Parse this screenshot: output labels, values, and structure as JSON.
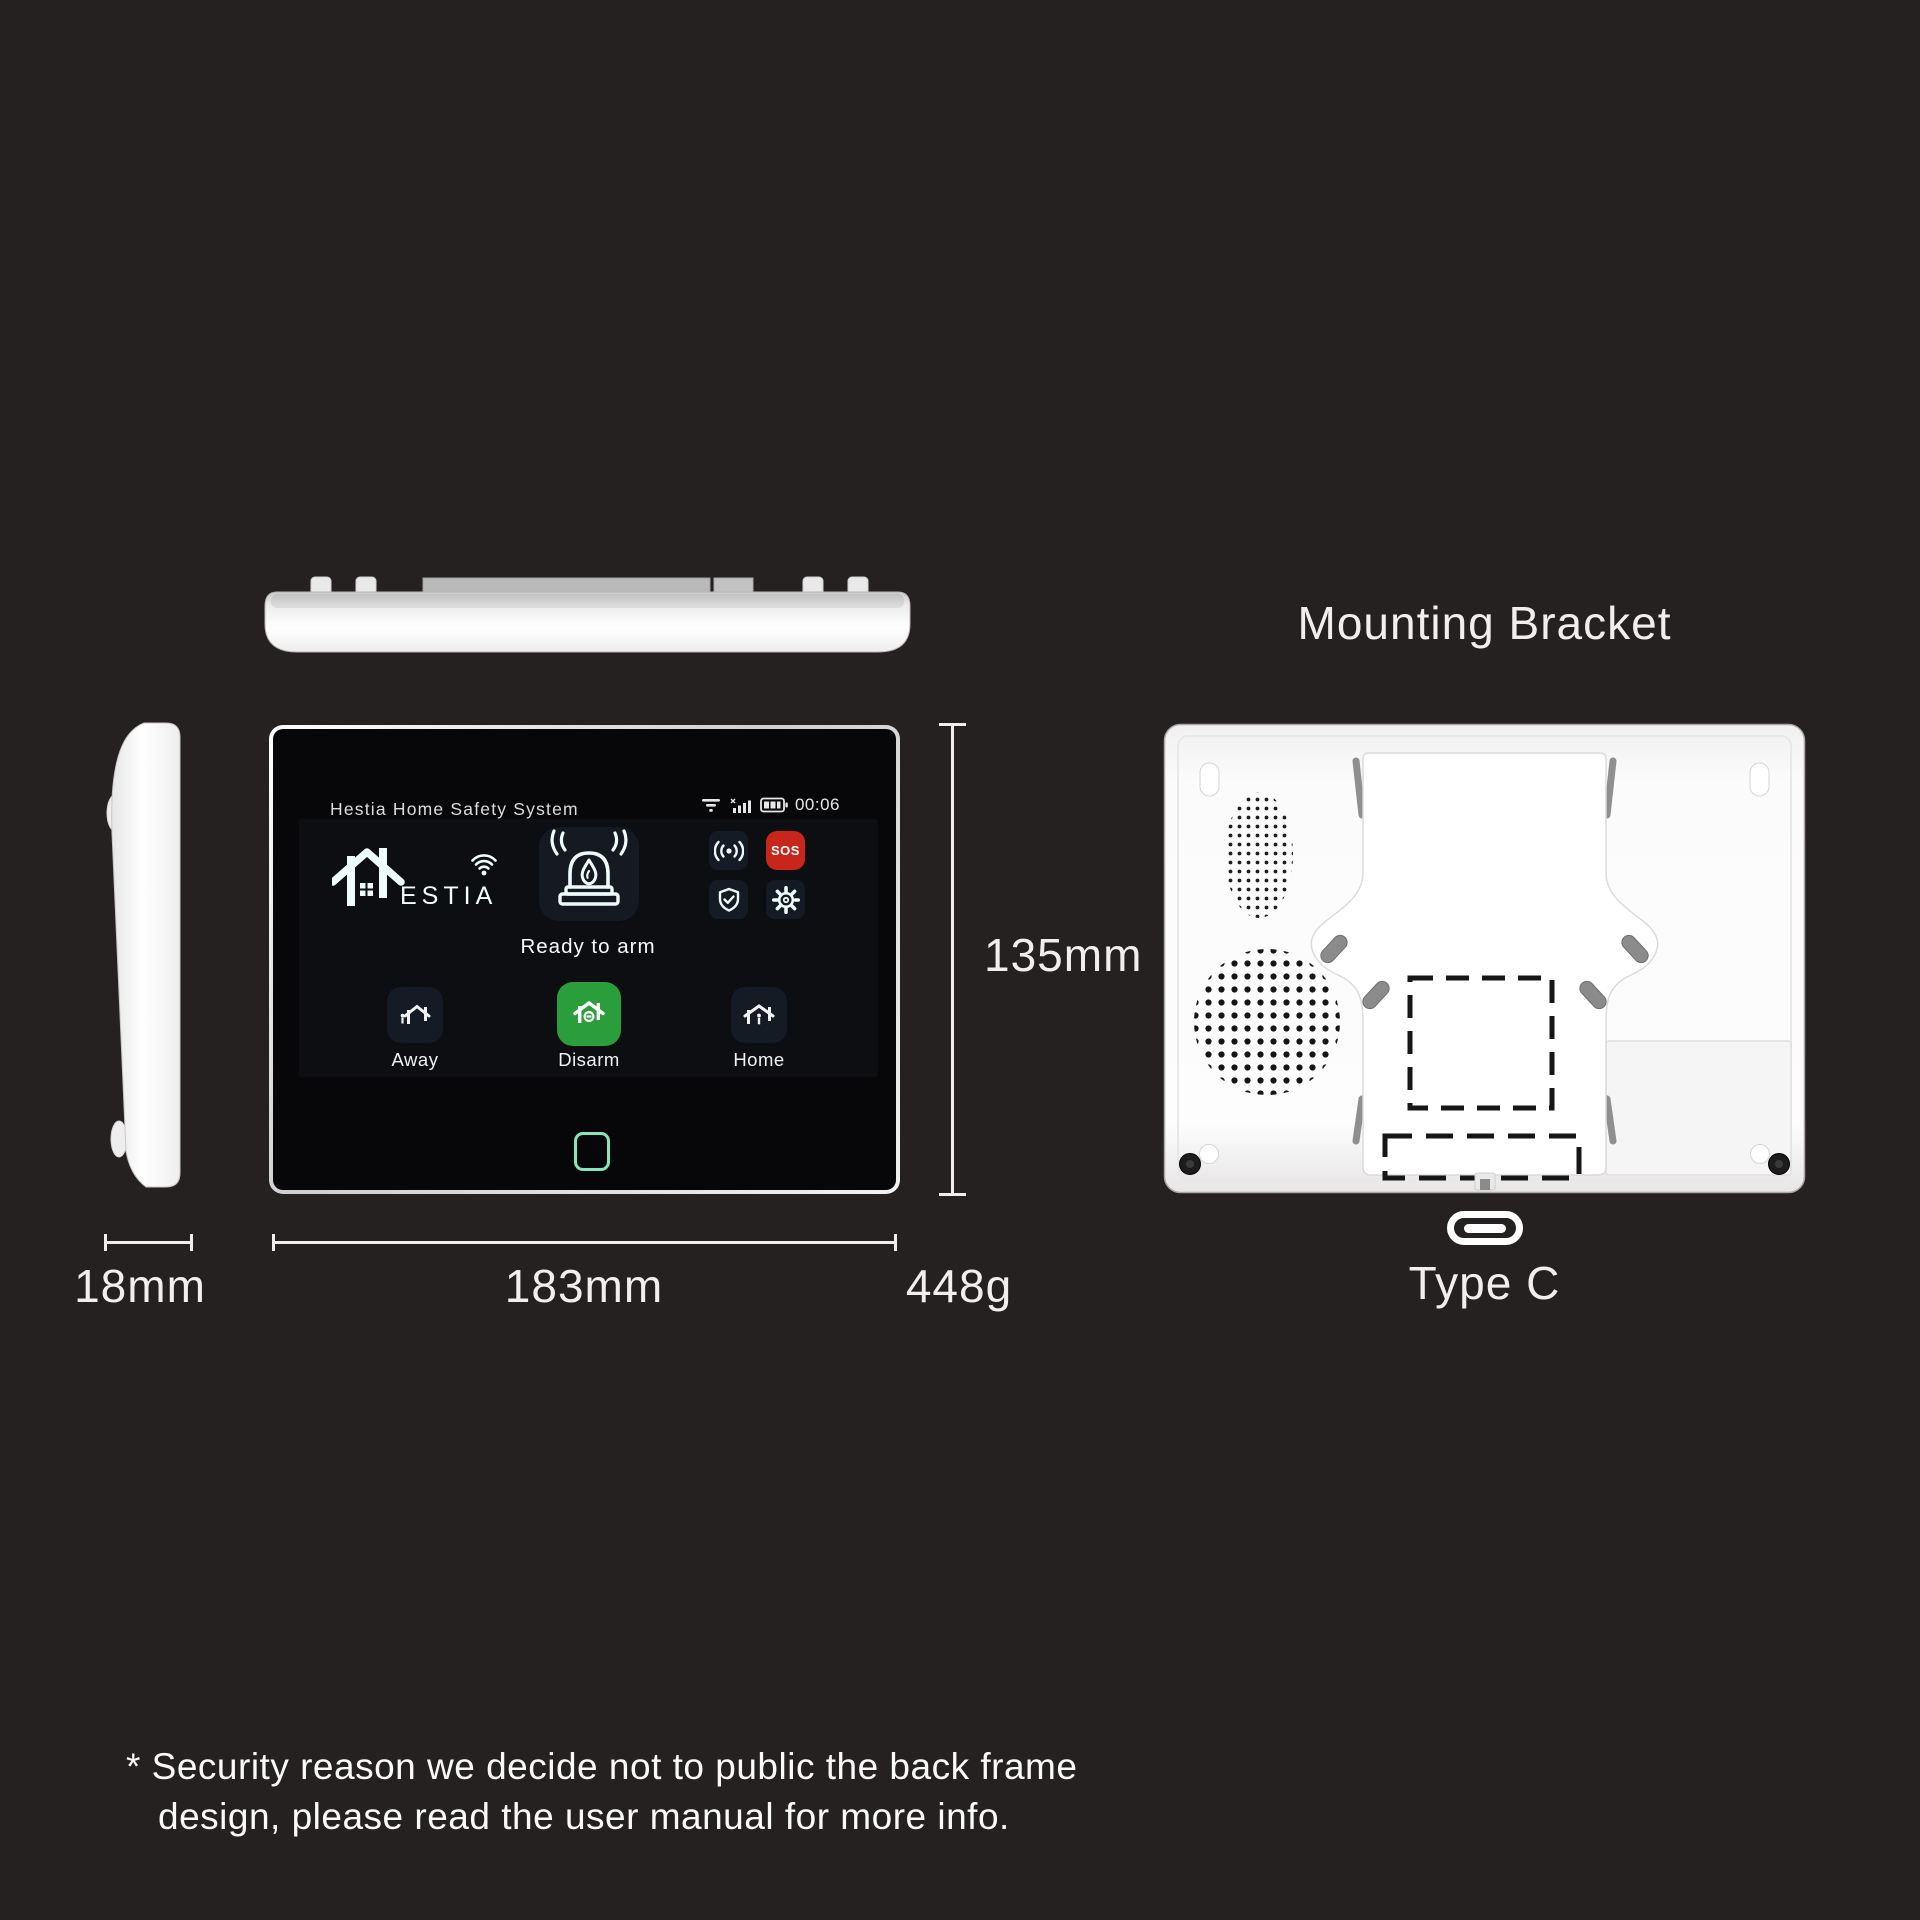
{
  "device": {
    "title": "Hestia Home Safety System",
    "status_time": "00:06",
    "logo_text": "ESTIA",
    "ready_text": "Ready to arm",
    "sos_label": "SOS",
    "mode_buttons": [
      {
        "label": "Away"
      },
      {
        "label": "Disarm"
      },
      {
        "label": "Home"
      }
    ]
  },
  "annotations": {
    "bracket_title": "Mounting Bracket",
    "thickness": "18mm",
    "width": "183mm",
    "height": "135mm",
    "weight": "448g",
    "port": "Type C",
    "disclaimer_1": "* Security reason we decide not to public the back frame",
    "disclaimer_2": "design, please read the user manual for more info."
  },
  "colors": {
    "background": "#262121",
    "sos_red": "#c9261b",
    "disarm_green": "#2b9e3c",
    "home_button_mint": "#85e6bc",
    "device_white": "#ffffff",
    "screen_black": "#070709",
    "text": "#f1efee"
  },
  "icons": [
    "wifi-icon",
    "signal-icon",
    "battery-icon",
    "siren-wave-icon",
    "sos-badge",
    "shield-check-icon",
    "gear-icon",
    "fire-alarm-icon",
    "house-away-icon",
    "house-disarm-icon",
    "house-home-icon",
    "usb-c-port-icon",
    "speaker-grill",
    "mounting-bracket-plate"
  ]
}
